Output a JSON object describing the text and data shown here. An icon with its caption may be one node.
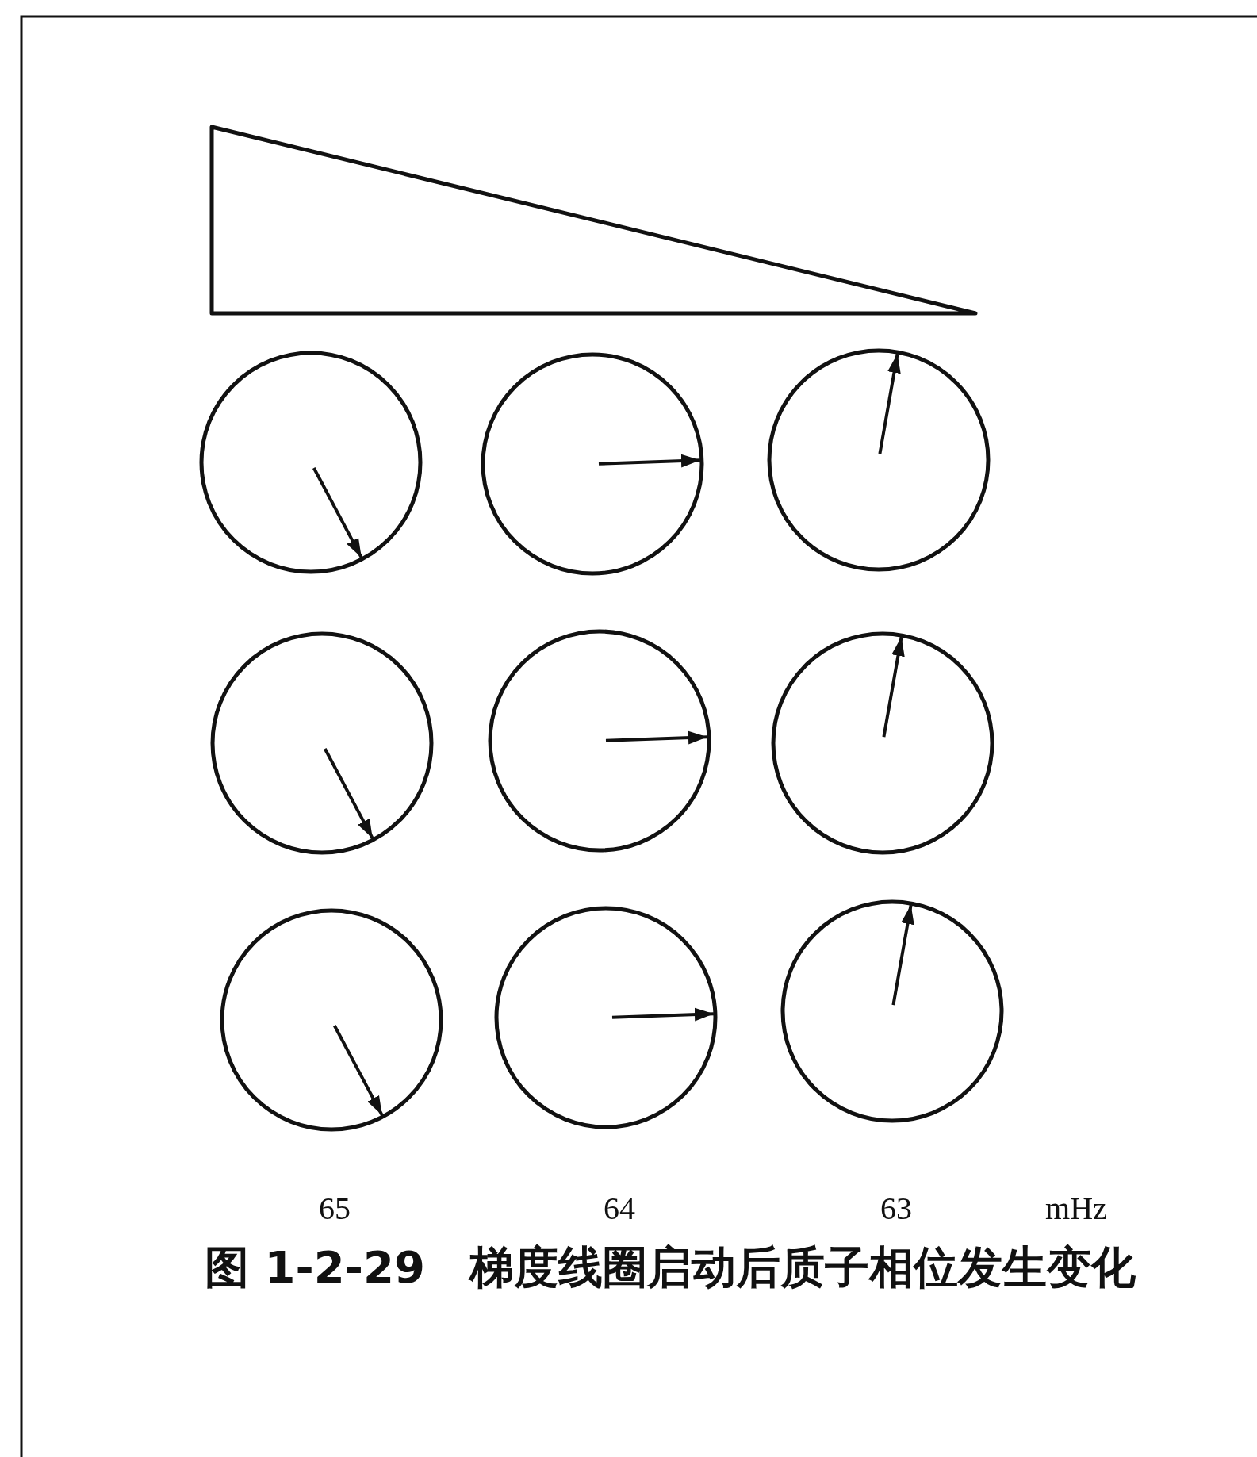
{
  "diagram": {
    "caption": "图 1-2-29　梯度线圈启动后质子相位发生变化",
    "labels": [
      "65",
      "64",
      "63",
      "mHz"
    ]
  }
}
